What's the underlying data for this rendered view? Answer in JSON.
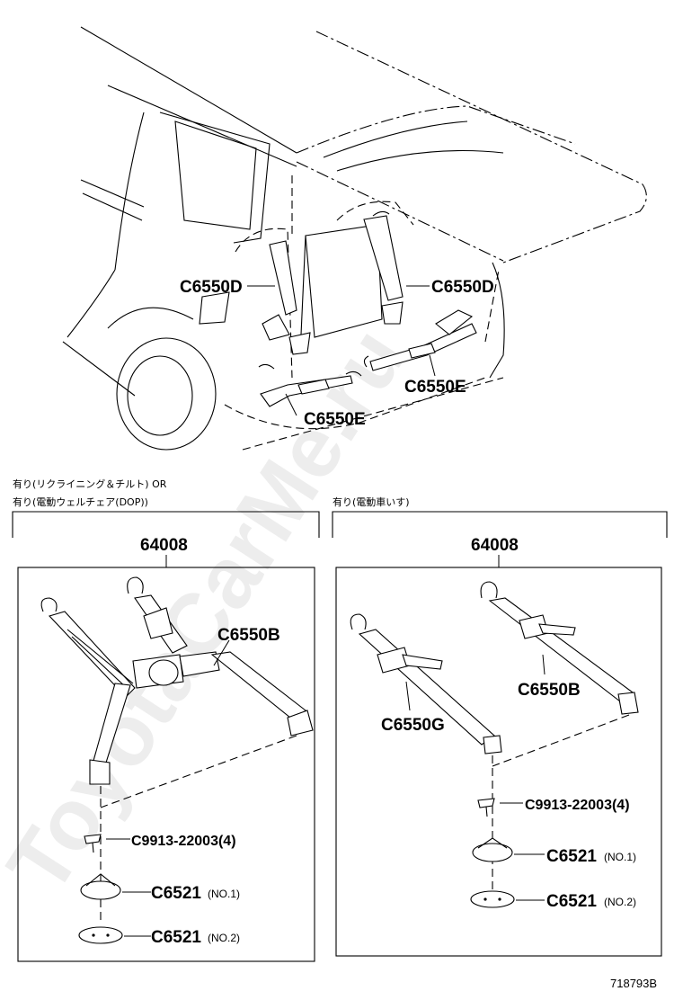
{
  "watermark": "ToyotaCarMe.ru",
  "figure_id": "718793B",
  "vehicle_labels": {
    "d_left": "C6550D",
    "d_right": "C6550D",
    "e_left": "C6550E",
    "e_right": "C6550E"
  },
  "left_panel": {
    "condition_line1": "有り(リクライニング＆チルト) OR",
    "condition_line2": "有り(電動ウェルチェア(DOP))",
    "assembly": "64008",
    "strap_b": "C6550B",
    "screw": "C9913-22003(4)",
    "base1_part": "C6521",
    "base1_note": "(NO.1)",
    "base2_part": "C6521",
    "base2_note": "(NO.2)"
  },
  "right_panel": {
    "condition_line1": "有り(電動車いす)",
    "assembly": "64008",
    "strap_b": "C6550B",
    "strap_g": "C6550G",
    "screw": "C9913-22003(4)",
    "base1_part": "C6521",
    "base1_note": "(NO.1)",
    "base2_part": "C6521",
    "base2_note": "(NO.2)"
  }
}
